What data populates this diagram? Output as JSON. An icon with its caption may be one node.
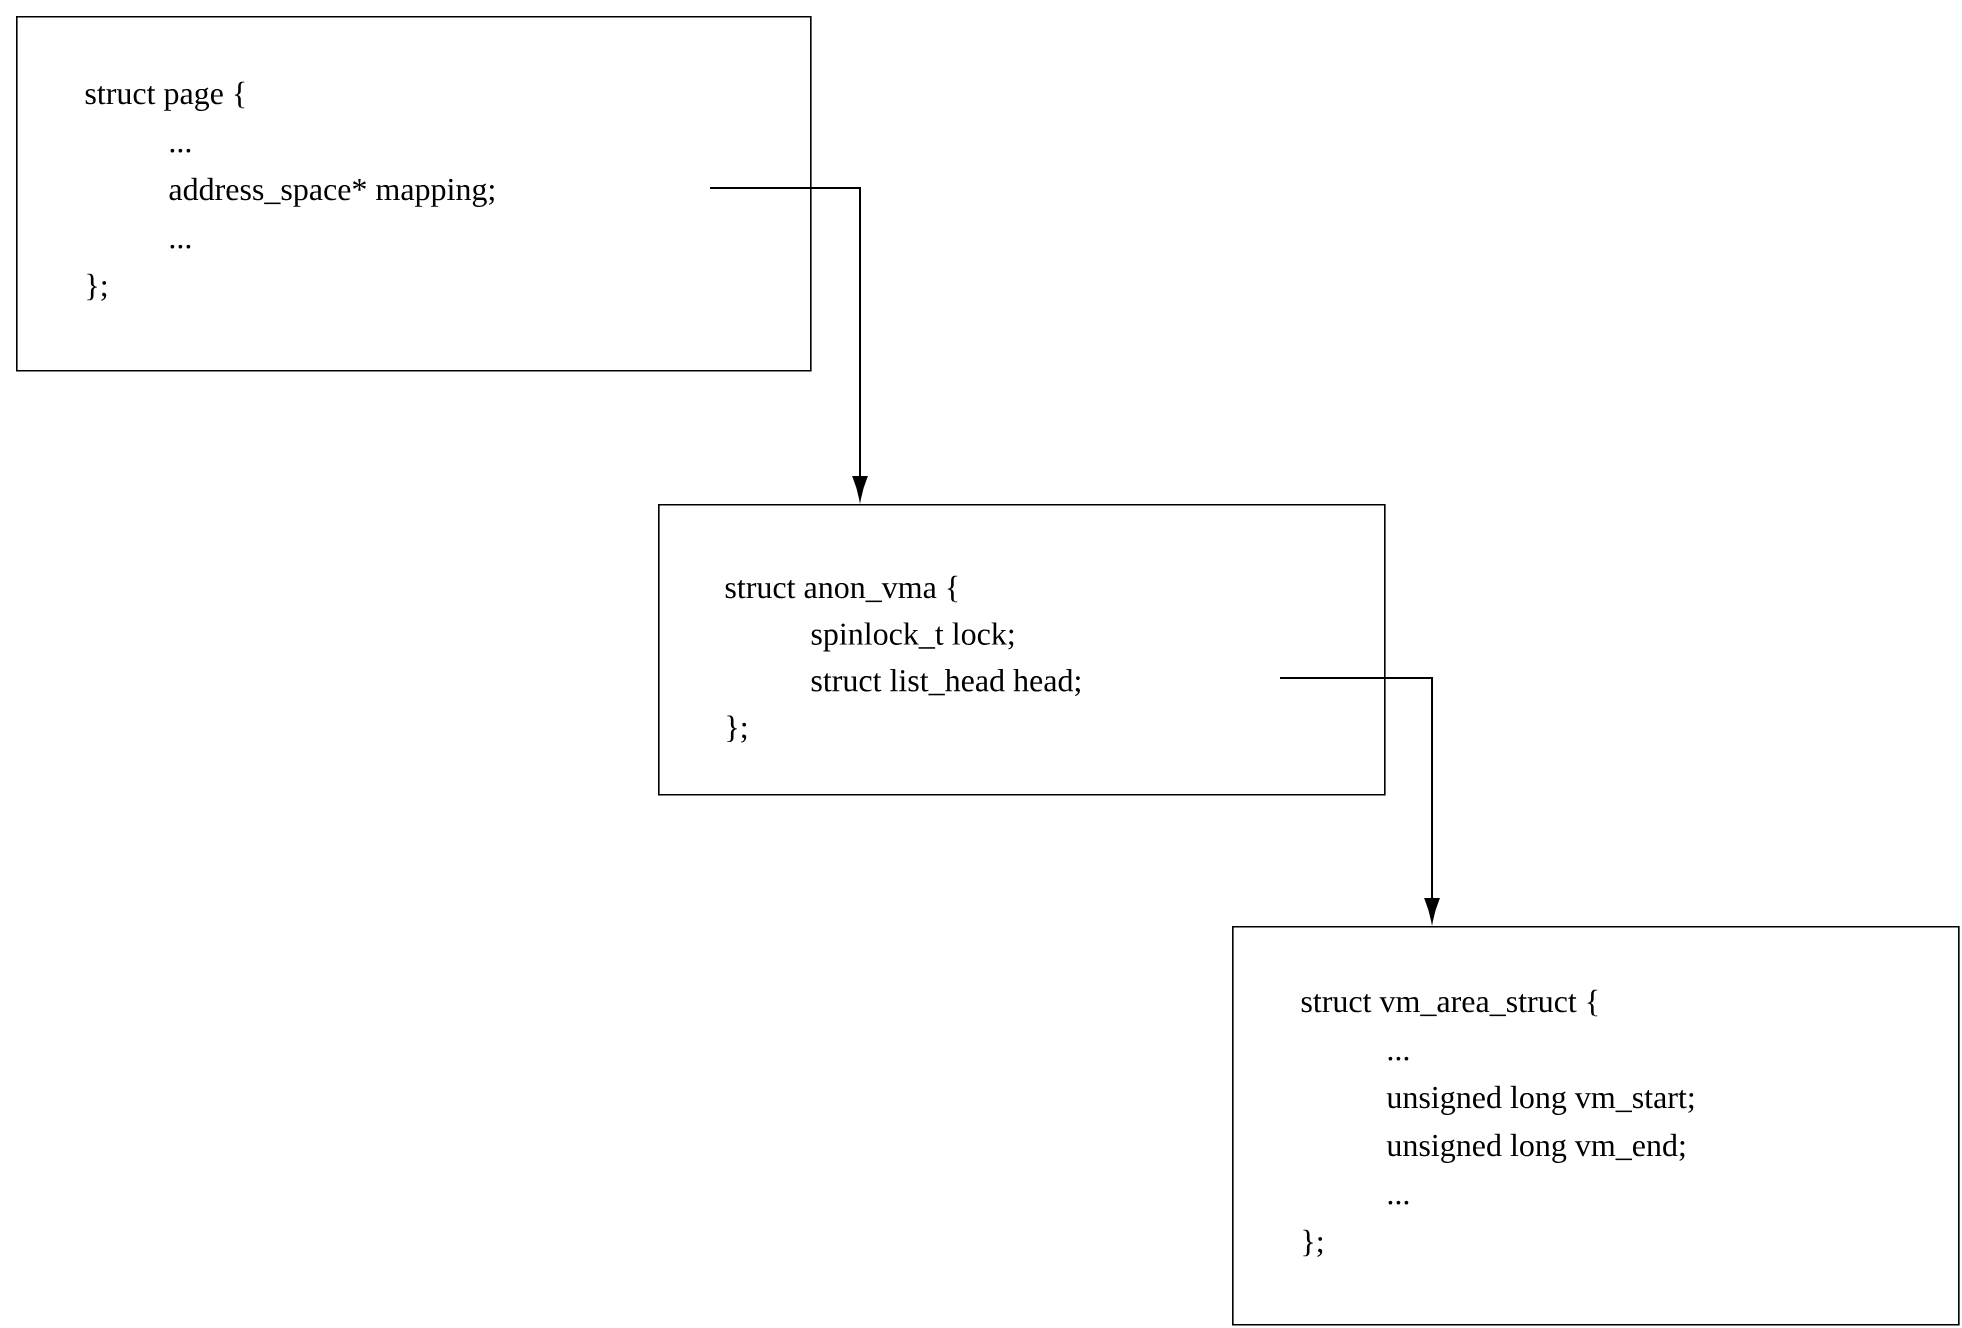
{
  "diagram": {
    "nodes": [
      {
        "text": [
          "struct page {",
          "...",
          "address_space* mapping;",
          "...",
          "};"
        ]
      },
      {
        "text": [
          "struct anon_vma {",
          "spinlock_t lock;",
          "struct list_head head;",
          "};"
        ]
      },
      {
        "text": [
          "struct vm_area_struct {",
          "...",
          "unsigned long vm_start;",
          "unsigned long vm_end;",
          "...",
          "};"
        ]
      }
    ],
    "edges": [
      {
        "from": 0,
        "to": 1,
        "arrow": "to"
      },
      {
        "from": 1,
        "to": 2,
        "arrow": "to"
      }
    ]
  }
}
